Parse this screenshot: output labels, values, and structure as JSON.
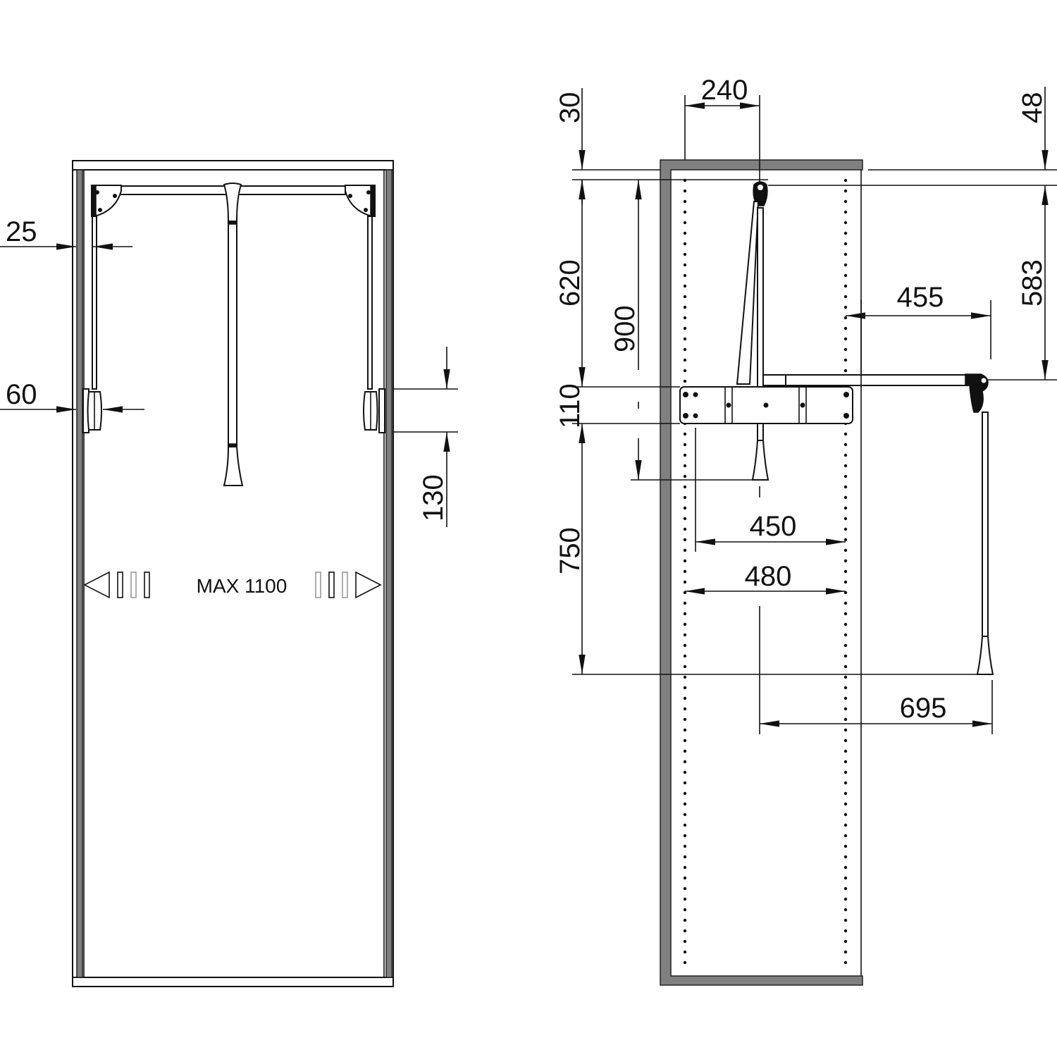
{
  "front_view": {
    "label": "MAX 1100",
    "dimensions": {
      "side_clearance": "25",
      "mechanism_depth": "60",
      "handle_height": "130"
    }
  },
  "side_view": {
    "dimensions": {
      "top_offset": "30",
      "rail_offset": "240",
      "top_offset_right": "48",
      "upper_height": "620",
      "lowered_height": "900",
      "mechanism_height": "110",
      "lower_height": "750",
      "rod_drop": "583",
      "projection": "455",
      "inner_width": "450",
      "cabinet_depth": "480",
      "reach": "695"
    }
  },
  "colors": {
    "line": "#111111",
    "panel": "#808080",
    "background": "#ffffff"
  }
}
